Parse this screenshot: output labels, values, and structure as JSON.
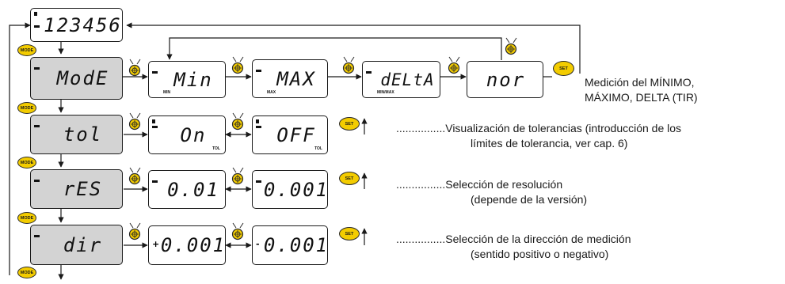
{
  "display_main": {
    "value": "123456"
  },
  "rows": {
    "mode": {
      "code": "ModE"
    },
    "tol": {
      "code": "tol"
    },
    "res": {
      "code": "rES"
    },
    "dir": {
      "code": "dir"
    }
  },
  "mode_options": [
    {
      "value": "Min",
      "sub": "MIN"
    },
    {
      "value": "MAX",
      "sub": "MAX"
    },
    {
      "value": "dELtA",
      "sub": "MIN/MAX"
    },
    {
      "value": "nor",
      "sub": ""
    }
  ],
  "tol_options": [
    {
      "value": "On",
      "sub": "TOL"
    },
    {
      "value": "OFF",
      "sub": "TOL"
    }
  ],
  "res_options": [
    {
      "value": "0.01"
    },
    {
      "value": "0.001"
    }
  ],
  "dir_options": [
    {
      "value": "0.001",
      "sign": "+"
    },
    {
      "value": "0.001",
      "sign": "-"
    }
  ],
  "buttons": {
    "mode": "MODE",
    "set": "SET"
  },
  "descriptions": {
    "mode": [
      "Medición del MÍNIMO,",
      "MÁXIMO, DELTA (TIR)"
    ],
    "tol": [
      "Visualización de tolerancias (introducción de los",
      "límites de tolerancia, ver cap. 6)"
    ],
    "res": [
      "Selección de resolución",
      "(depende de la versión)"
    ],
    "dir": [
      "Selección de la dirección de medición",
      "(sentido positivo o negativo)"
    ],
    "dots": "................"
  },
  "colors": {
    "button": "#f3cc00",
    "lcd_grey": "#d3d3d3",
    "line": "#1a1a1a"
  }
}
